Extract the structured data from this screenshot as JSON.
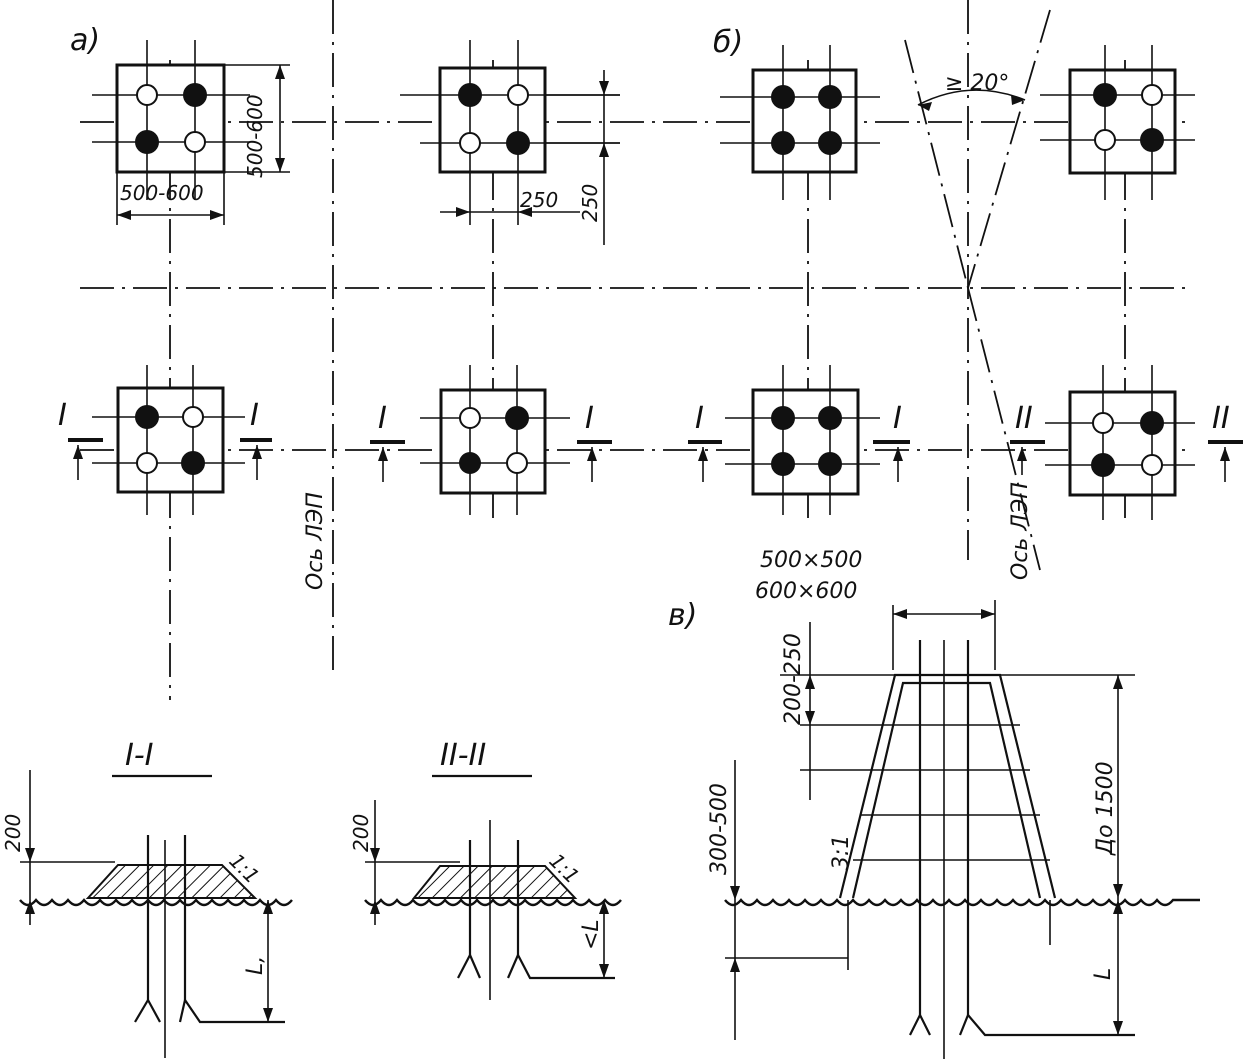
{
  "labels": {
    "part_a": "а)",
    "part_b": "б)",
    "part_v": "в)",
    "section_1": "I",
    "section_2": "II",
    "section_1_title": "I-I",
    "section_2_title": "II-II",
    "axis_lep_1": "Ось ЛЭП",
    "axis_lep_2": "Ось ЛЭП",
    "angle": "≥ 20°"
  },
  "dimensions": {
    "pad_size_h": "500-600",
    "pad_size_v": "500-600",
    "spacing_h": "250",
    "spacing_v": "250",
    "pad_500": "500×500",
    "pad_600": "600×600",
    "top_step": "200-250",
    "height": "До 1500",
    "depth_v": "300-500",
    "slope_v": "3:1",
    "depth_L": "L",
    "sec1_200": "200",
    "sec1_slope": "1:1",
    "sec1_L": "L,",
    "sec2_200": "200",
    "sec2_slope": "1:1",
    "sec2_L": "<L"
  }
}
